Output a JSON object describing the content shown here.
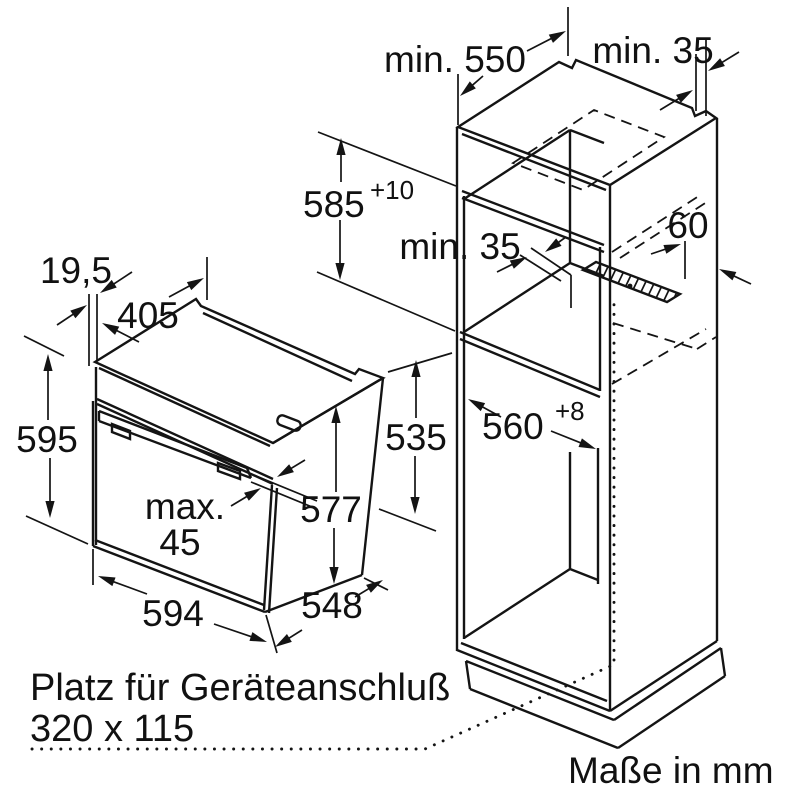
{
  "diagram": {
    "title": "Built-in oven installation drawing",
    "units_note": "Maße in mm",
    "connection_note": {
      "line1": "Platz für Geräteanschluß",
      "line2": "320 x 115"
    },
    "dimensions": {
      "niche_min_depth": "min. 550",
      "wall_min_gap_top": "min. 35",
      "niche_height": {
        "value": "585",
        "tolerance": "+10"
      },
      "rear_min_gap": "min. 35",
      "vent_cut_depth": "60",
      "door_offset": "19,5",
      "top_depth": "405",
      "oven_front_height": "595",
      "rear_height": "535",
      "max_protrusion": {
        "word": "max.",
        "value": "45"
      },
      "side_height": "577",
      "niche_width": {
        "value": "560",
        "tolerance": "+8"
      },
      "oven_width": "594",
      "oven_depth": "548"
    },
    "colors": {
      "line": "#141414",
      "background": "#ffffff"
    }
  }
}
